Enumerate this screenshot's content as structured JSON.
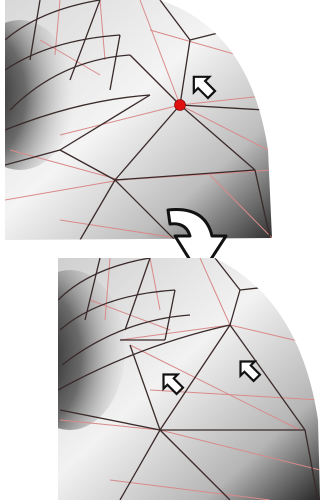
{
  "figure": {
    "panels": [
      {
        "id": "before",
        "vertex_highlight_color": "#e01010",
        "pointer_count": 1
      },
      {
        "id": "after",
        "pointer_count": 2
      }
    ],
    "transition": {
      "icon": "curved-down-arrow-icon"
    },
    "colors": {
      "edge_dark": "#3a2a2a",
      "edge_red": "#d98a8a",
      "highlight": "#e01010",
      "pointer_fill": "#ffffff",
      "pointer_stroke": "#111111"
    }
  }
}
